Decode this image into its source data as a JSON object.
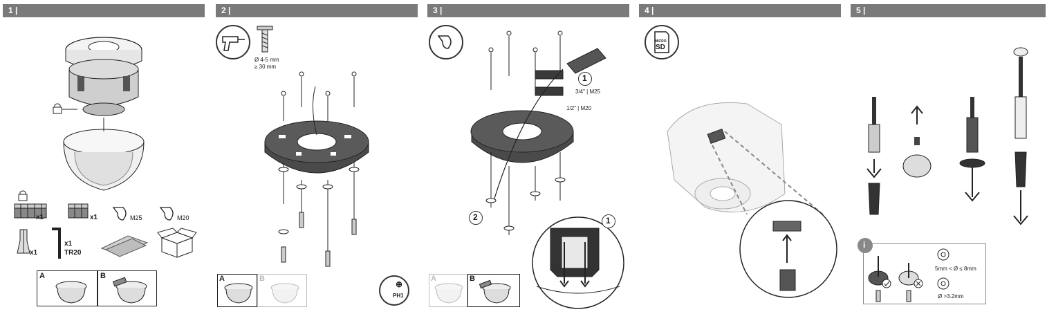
{
  "steps": [
    {
      "label": "1 |"
    },
    {
      "label": "2 |"
    },
    {
      "label": "3 |"
    },
    {
      "label": "4 |"
    },
    {
      "label": "5 |"
    }
  ],
  "step1": {
    "qty_terminal_large": "x1",
    "qty_terminal_small": "x1",
    "seal_m25": "M25",
    "seal_m20": "M20",
    "qty_plug": "x1",
    "qty_wrench": "x1",
    "wrench_size": "TR20",
    "option_a": "A",
    "option_b": "B"
  },
  "step2": {
    "drill_diameter": "Ø 4-5 mm",
    "drill_depth": "≥ 30 mm",
    "option_a": "A",
    "option_b": "B",
    "screwdriver": "PH1"
  },
  "step3": {
    "callout_1": "1",
    "callout_2": "2",
    "conduit_34": "3/4\" | M25",
    "conduit_12": "1/2\" | M20",
    "option_a": "A",
    "option_b": "B"
  },
  "step4": {
    "sd_micro": "MICRO",
    "sd_label": "SD"
  },
  "step5": {
    "info": "i",
    "range_text": "5mm < Ø ≤ 8mm",
    "min_text": "Ø >3.2mm"
  },
  "colors": {
    "header_bg": "#7a7a7a",
    "line": "#222222",
    "dark_part": "#3a3a3a"
  }
}
